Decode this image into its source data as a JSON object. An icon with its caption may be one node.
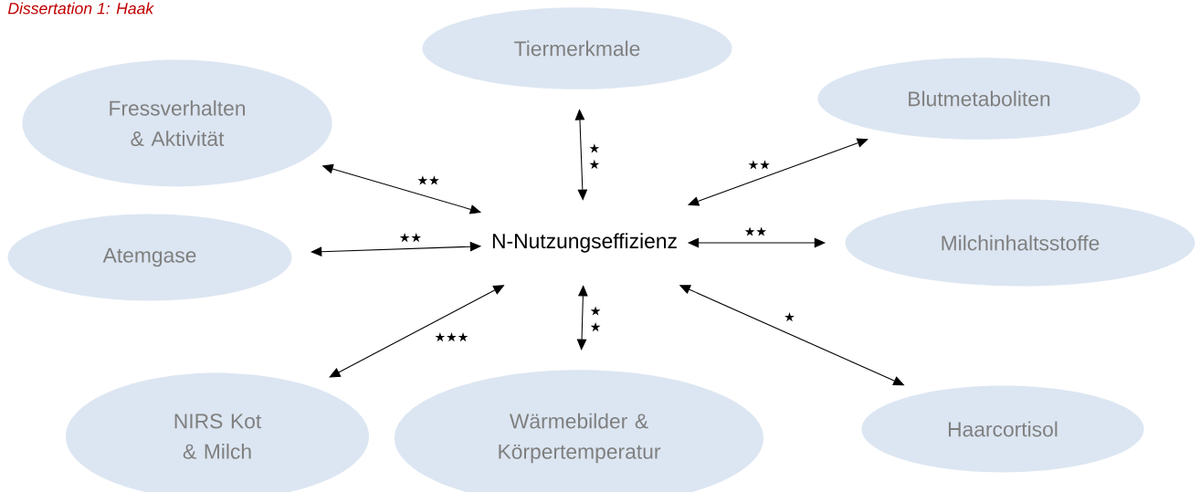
{
  "diagram": {
    "title": "Dissertation 1: Haak",
    "nodes": [
      {
        "text": [
          "Tiermerkmale"
        ]
      },
      {
        "text": [
          "Fressverhalten & Aktivität"
        ]
      },
      {
        "text": [
          "Blutmetaboliten"
        ]
      },
      {
        "text": [
          "Atemgase"
        ]
      },
      {
        "text": [
          "N-Nutzungseffizienz"
        ]
      },
      {
        "text": [
          "Milchinhaltsstoffe"
        ]
      },
      {
        "text": [
          "NIRS Kot & Milch"
        ]
      },
      {
        "text": [
          "Wärmebilder & Körpertemperatur"
        ]
      },
      {
        "text": [
          "Haarcortisol"
        ]
      }
    ],
    "edges": [
      {
        "from": 4,
        "to": 0,
        "arrow": "both",
        "label": "★ ★"
      },
      {
        "from": 4,
        "to": 1,
        "arrow": "both",
        "label": "★★"
      },
      {
        "from": 4,
        "to": 2,
        "arrow": "both",
        "label": "★★"
      },
      {
        "from": 4,
        "to": 3,
        "arrow": "both",
        "label": "★★"
      },
      {
        "from": 4,
        "to": 5,
        "arrow": "both",
        "label": "★★"
      },
      {
        "from": 4,
        "to": 6,
        "arrow": "both",
        "label": "★★★"
      },
      {
        "from": 4,
        "to": 7,
        "arrow": "both",
        "label": "★ ★"
      },
      {
        "from": 4,
        "to": 8,
        "arrow": "both",
        "label": "★"
      }
    ]
  }
}
